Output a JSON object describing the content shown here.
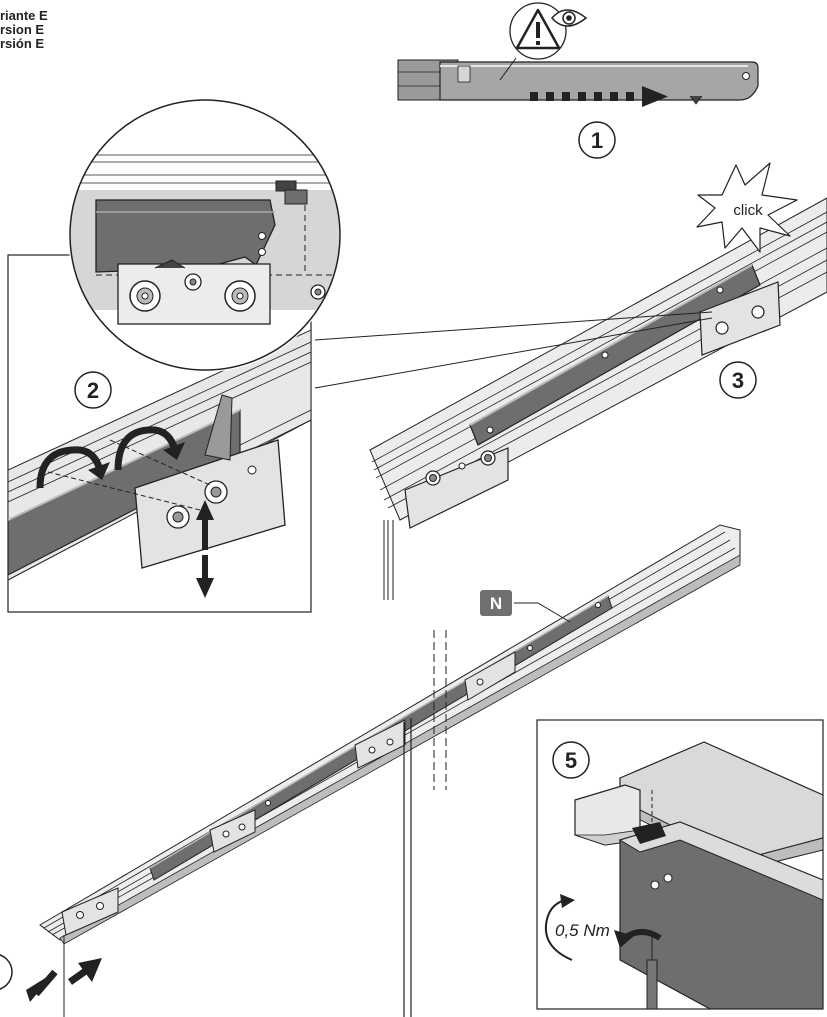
{
  "variant_labels": [
    "riante E",
    "rsion E",
    "rsión E"
  ],
  "steps": {
    "s1": "1",
    "s2": "2",
    "s3": "3",
    "s5": "5"
  },
  "callouts": {
    "click": "click",
    "part_n": "N",
    "torque": "0,5 Nm"
  },
  "icons": [
    "warning-icon",
    "eye-icon",
    "rotate-arrow-icon",
    "push-arrow-icon",
    "vertical-arrow-icon"
  ],
  "colors": {
    "line": "#222222",
    "rail_dark": "#6e6e6e",
    "rail_mid": "#9a9a9a",
    "rail_light": "#d6d6d6",
    "badge": "#707070"
  }
}
